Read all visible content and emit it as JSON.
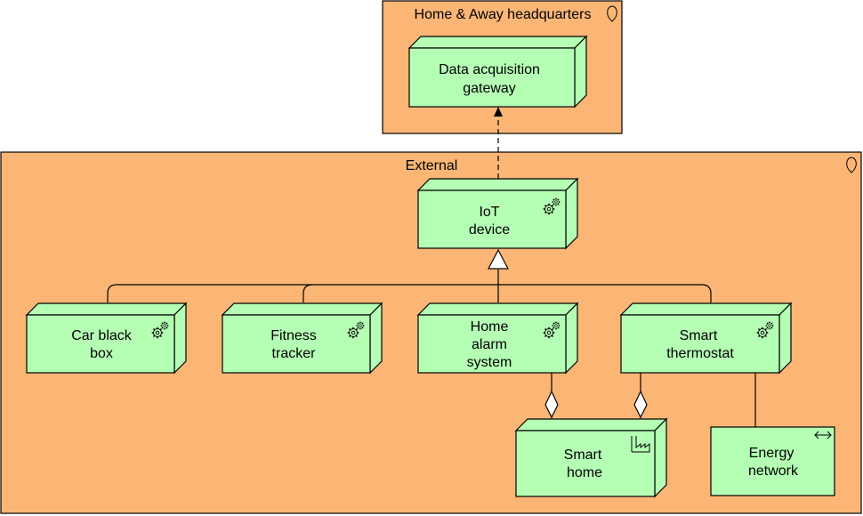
{
  "locations": {
    "hq": {
      "label": "Home & Away headquarters",
      "icon": "location-pin-icon"
    },
    "external": {
      "label": "External",
      "icon": "location-pin-icon"
    }
  },
  "nodes": {
    "gateway": {
      "line1": "Data acquisition",
      "line2": "gateway"
    },
    "iot": {
      "line1": "IoT",
      "line2": "device",
      "icon": "gears-icon"
    },
    "car": {
      "line1": "Car black",
      "line2": "box",
      "icon": "gears-icon"
    },
    "fitness": {
      "line1": "Fitness",
      "line2": "tracker",
      "icon": "gears-icon"
    },
    "alarm": {
      "line1": "Home",
      "line2": "alarm",
      "line3": "system",
      "icon": "gears-icon"
    },
    "thermostat": {
      "line1": "Smart",
      "line2": "thermostat",
      "icon": "gears-icon"
    },
    "smarthome": {
      "line1": "Smart",
      "line2": "home",
      "icon": "factory-icon"
    },
    "energy": {
      "line1": "Energy",
      "line2": "network",
      "icon": "network-arrows-icon"
    }
  },
  "colors": {
    "location_fill": "#FBB676",
    "node_fill": "#B5FFB5",
    "stroke": "#000000"
  }
}
